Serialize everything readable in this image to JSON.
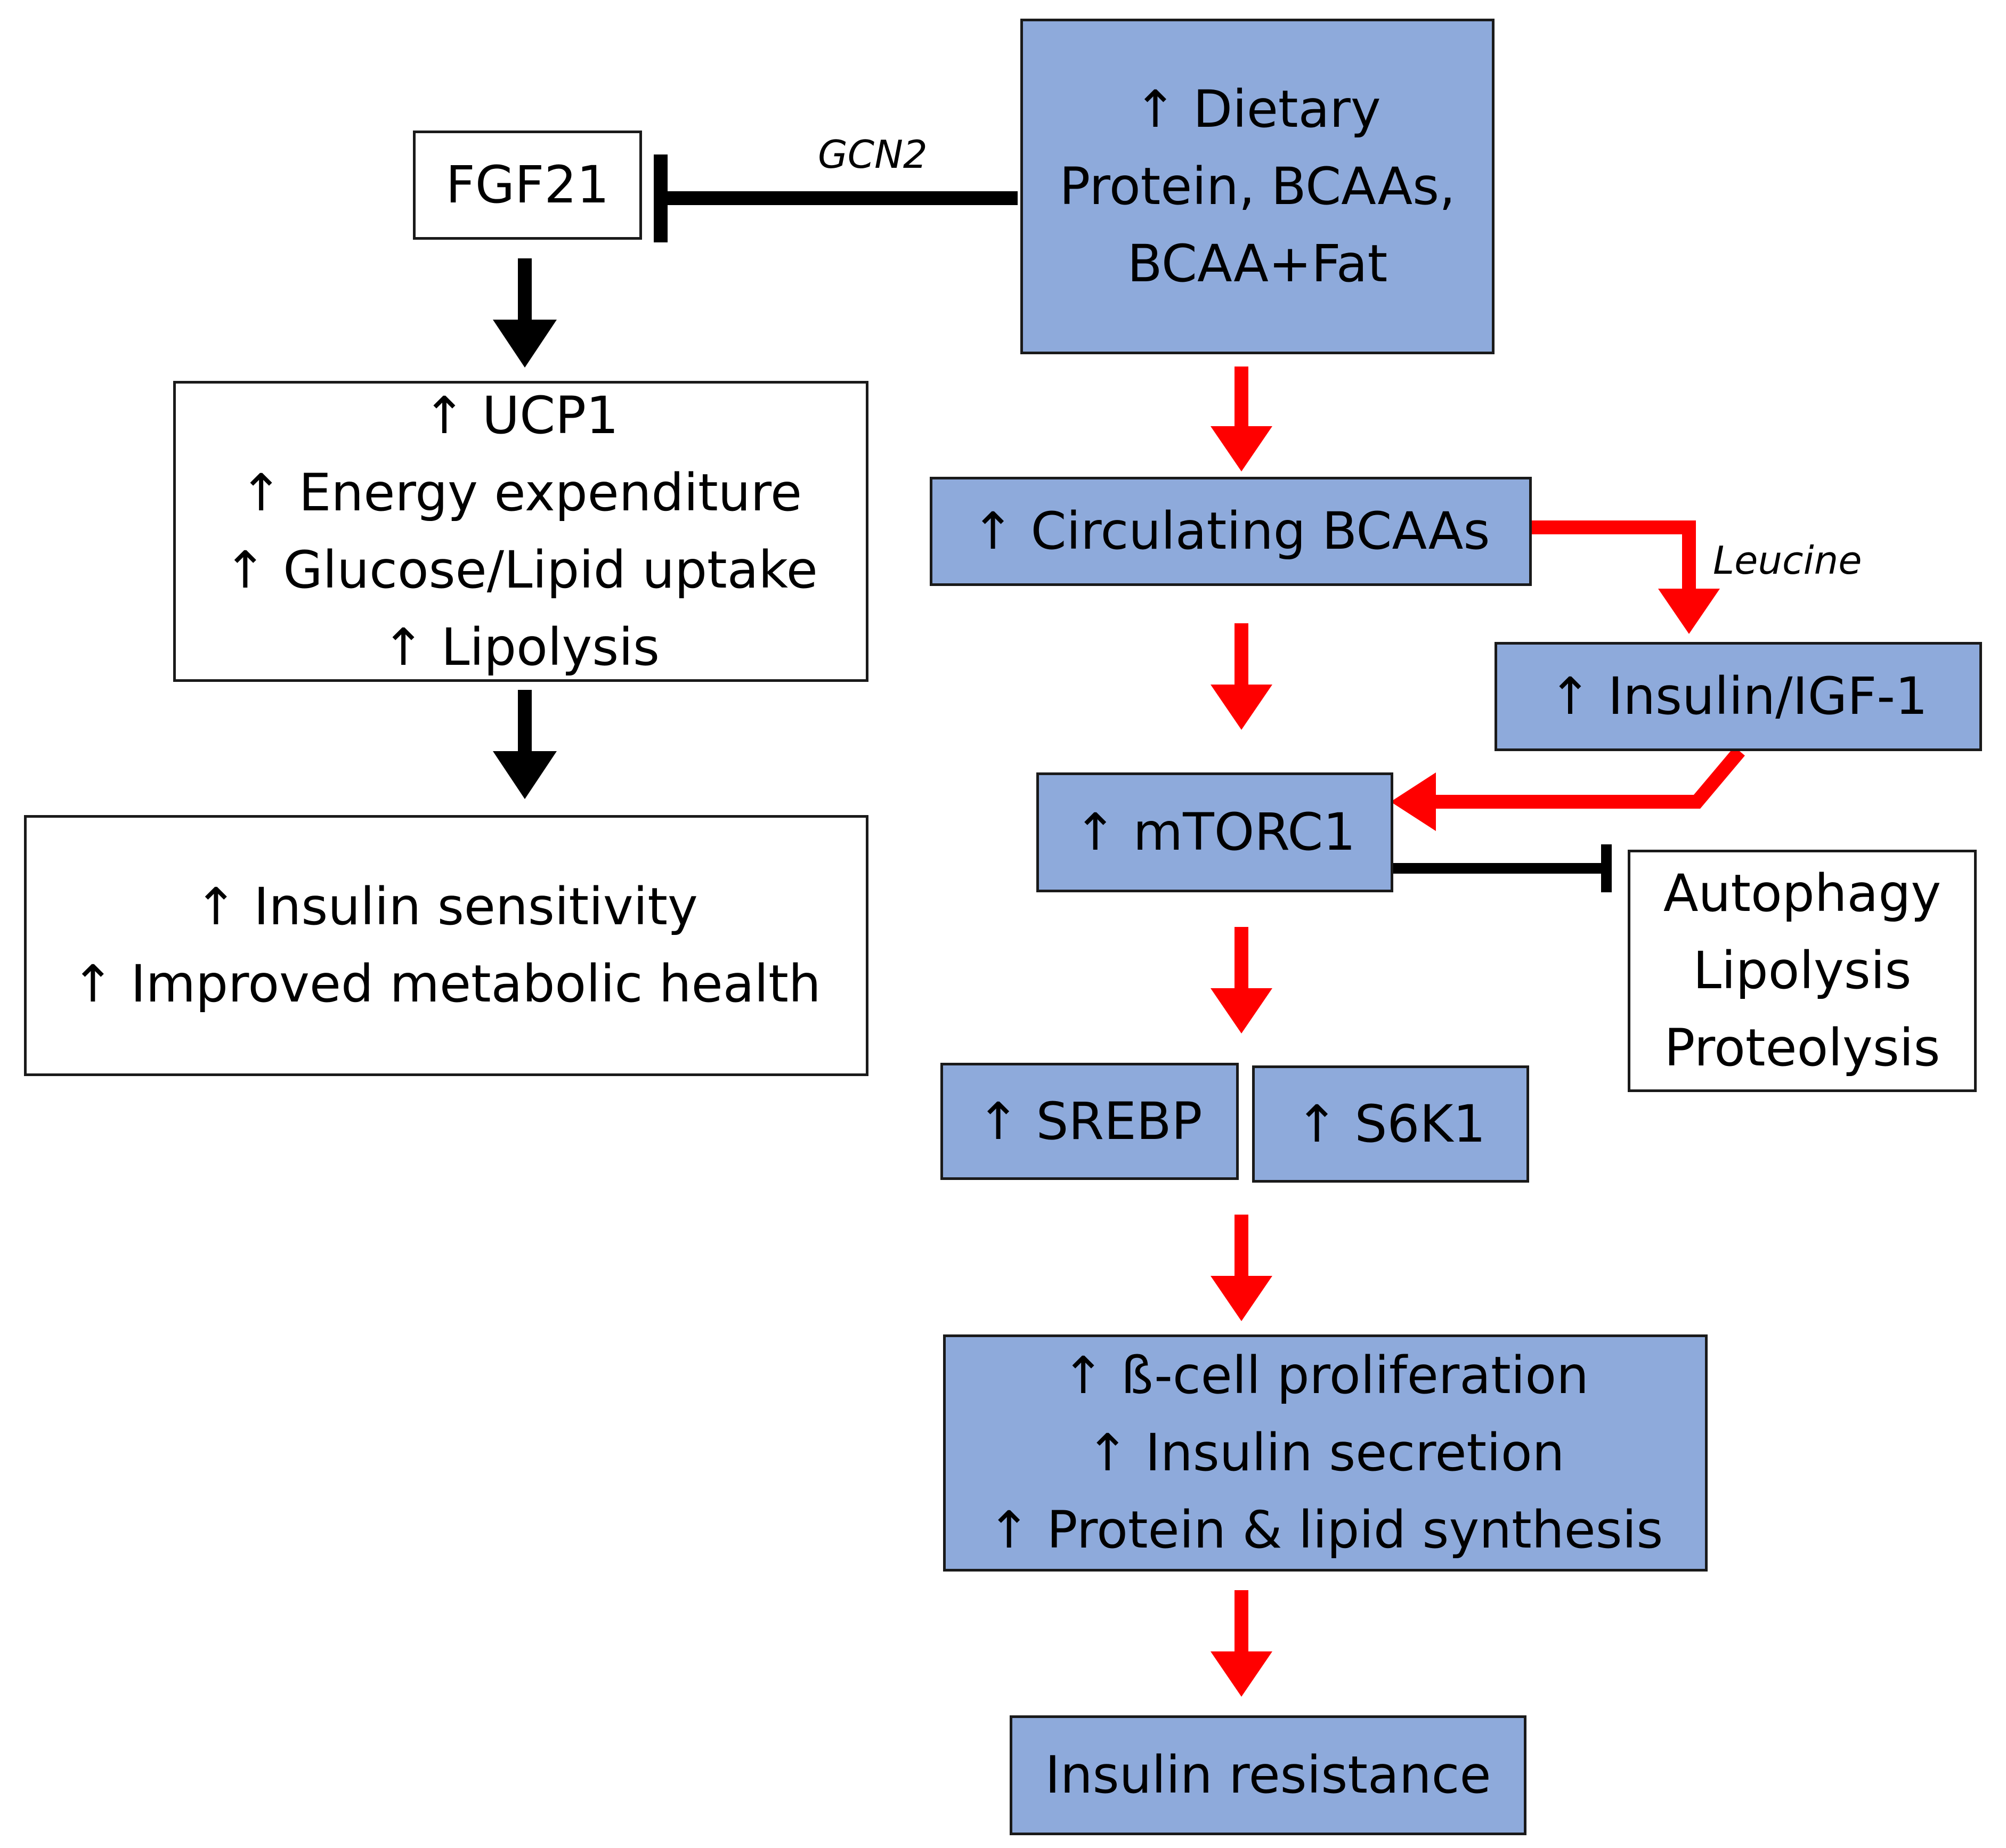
{
  "nodes": {
    "dietary": {
      "lines": [
        "↑ Dietary",
        "Protein, BCAAs,",
        "BCAA+Fat"
      ]
    },
    "fgf21": {
      "lines": [
        "FGF21"
      ]
    },
    "ucp1_effects": {
      "lines": [
        "↑ UCP1",
        "↑ Energy expenditure",
        "↑ Glucose/Lipid uptake",
        "↑ Lipolysis"
      ]
    },
    "metabolic_health": {
      "lines": [
        "↑ Insulin sensitivity",
        "↑ Improved metabolic health"
      ]
    },
    "circulating_bcaas": {
      "lines": [
        "↑ Circulating BCAAs"
      ]
    },
    "insulin_igf1": {
      "lines": [
        "↑ Insulin/IGF-1"
      ]
    },
    "mtorc1": {
      "lines": [
        "↑ mTORC1"
      ]
    },
    "autophagy": {
      "lines": [
        "Autophagy",
        "Lipolysis",
        "Proteolysis"
      ]
    },
    "srebp": {
      "lines": [
        "↑ SREBP"
      ]
    },
    "s6k1": {
      "lines": [
        "↑ S6K1"
      ]
    },
    "beta_cell": {
      "lines": [
        "↑ ß-cell proliferation",
        "↑ Insulin secretion",
        "↑ Protein & lipid synthesis"
      ]
    },
    "insulin_resistance": {
      "lines": [
        "Insulin resistance"
      ]
    }
  },
  "edge_labels": {
    "gcn2": "GCN2",
    "leucine": "Leucine"
  },
  "colors": {
    "blue_fill": "#8eaadb",
    "activation_red": "#ff0000",
    "black": "#000000"
  }
}
